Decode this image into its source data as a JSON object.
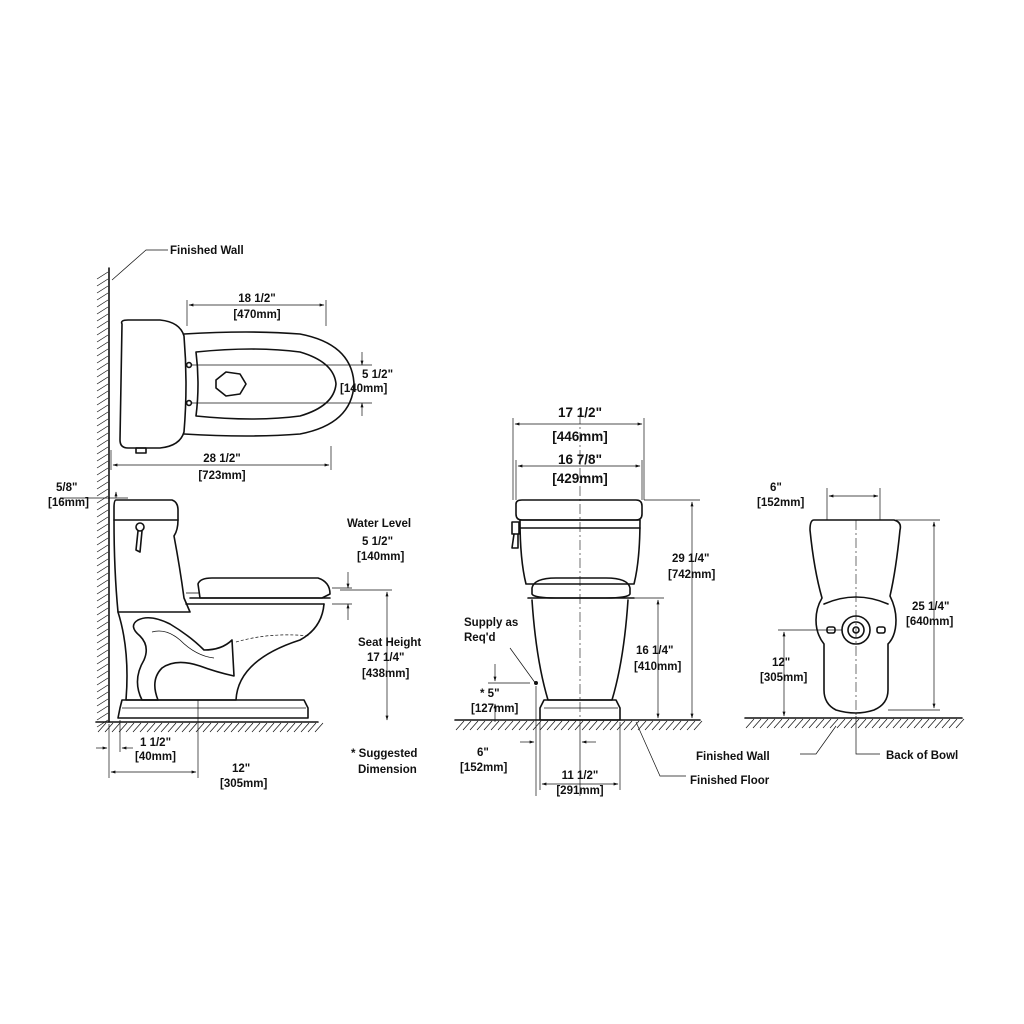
{
  "labels": {
    "finished_wall_top": "Finished Wall",
    "top_width_in": "18 1/2\"",
    "top_width_mm": "[470mm]",
    "top_bolt_in": "5 1/2\"",
    "top_bolt_mm": "[140mm]",
    "top_length_in": "28 1/2\"",
    "top_length_mm": "[723mm]",
    "wall_gap_in": "5/8\"",
    "wall_gap_mm": "[16mm]",
    "water_level": "Water Level",
    "water_level_in": "5 1/2\"",
    "water_level_mm": "[140mm]",
    "seat_height": "Seat Height",
    "seat_height_in": "17 1/4\"",
    "seat_height_mm": "[438mm]",
    "side_base_in": "1 1/2\"",
    "side_base_mm": "[40mm]",
    "side_rough_in": "12\"",
    "side_rough_mm": "[305mm]",
    "suggested_1": "* Suggested",
    "suggested_2": "Dimension",
    "front_tank_in": "17 1/2\"",
    "front_tank_mm": "[446mm]",
    "front_lid_in": "16 7/8\"",
    "front_lid_mm": "[429mm]",
    "front_total_in": "29 1/4\"",
    "front_total_mm": "[742mm]",
    "front_rim_in": "16 1/4\"",
    "front_rim_mm": "[410mm]",
    "supply_1": "Supply as",
    "supply_2": "Req'd",
    "supply_h_in": "* 5\"",
    "supply_h_mm": "[127mm]",
    "supply_x_in": "6\"",
    "supply_x_mm": "[152mm]",
    "front_base_in": "11 1/2\"",
    "front_base_mm": "[291mm]",
    "finished_floor": "Finished Floor",
    "back_width_in": "6\"",
    "back_width_mm": "[152mm]",
    "back_height_in": "25 1/4\"",
    "back_height_mm": "[640mm]",
    "back_rough_in": "12\"",
    "back_rough_mm": "[305mm]",
    "finished_wall_bottom": "Finished Wall",
    "back_of_bowl": "Back of Bowl"
  }
}
